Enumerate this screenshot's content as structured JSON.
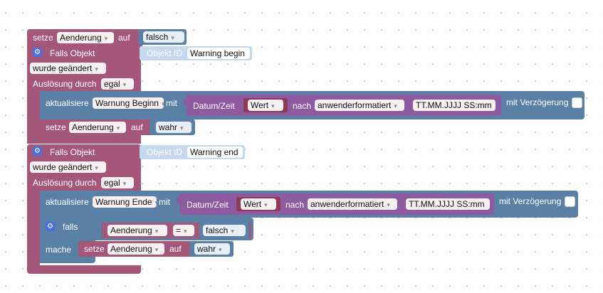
{
  "colors": {
    "logic": "#A5577A",
    "action": "#5B80A5",
    "date": "#8E5AA0",
    "objectid": "#C4D8EE",
    "gear": "#4C6FE0"
  },
  "block_set1": {
    "label": "setze",
    "var": "Aenderung",
    "to": "auf",
    "value": "falsch"
  },
  "trigger1": {
    "label": "Falls Objekt",
    "obj_label": "Objekt ID",
    "obj_value": "Warning begin",
    "mode": "wurde geändert",
    "ausl_label": "Auslösung durch",
    "ausl_value": "egal"
  },
  "update1": {
    "label": "aktualisiere",
    "target": "Warnung Beginn",
    "with": "mit",
    "datetime_label": "Datum/Zeit",
    "wert": "Wert",
    "nach": "nach",
    "format_type": "anwenderformatiert",
    "format": "TT.MM.JJJJ SS:mm",
    "delay": "mit Verzögerung"
  },
  "set2": {
    "label": "setze",
    "var": "Aenderung",
    "to": "auf",
    "value": "wahr"
  },
  "trigger2": {
    "label": "Falls Objekt",
    "obj_label": "Objekt ID",
    "obj_value": "Warning end",
    "mode": "wurde geändert",
    "ausl_label": "Auslösung durch",
    "ausl_value": "egal"
  },
  "update2": {
    "label": "aktualisiere",
    "target": "Warnung Ende",
    "with": "mit",
    "datetime_label": "Datum/Zeit",
    "wert": "Wert",
    "nach": "nach",
    "format_type": "anwenderformatiert",
    "format": "TT.MM.JJJJ SS:mm",
    "delay": "mit Verzögerung"
  },
  "if_block": {
    "label": "falls",
    "do_label": "mache",
    "cmp_var": "Aenderung",
    "op": "=",
    "cmp_value": "falsch"
  },
  "set3": {
    "label": "setze",
    "var": "Aenderung",
    "to": "auf",
    "value": "wahr"
  }
}
